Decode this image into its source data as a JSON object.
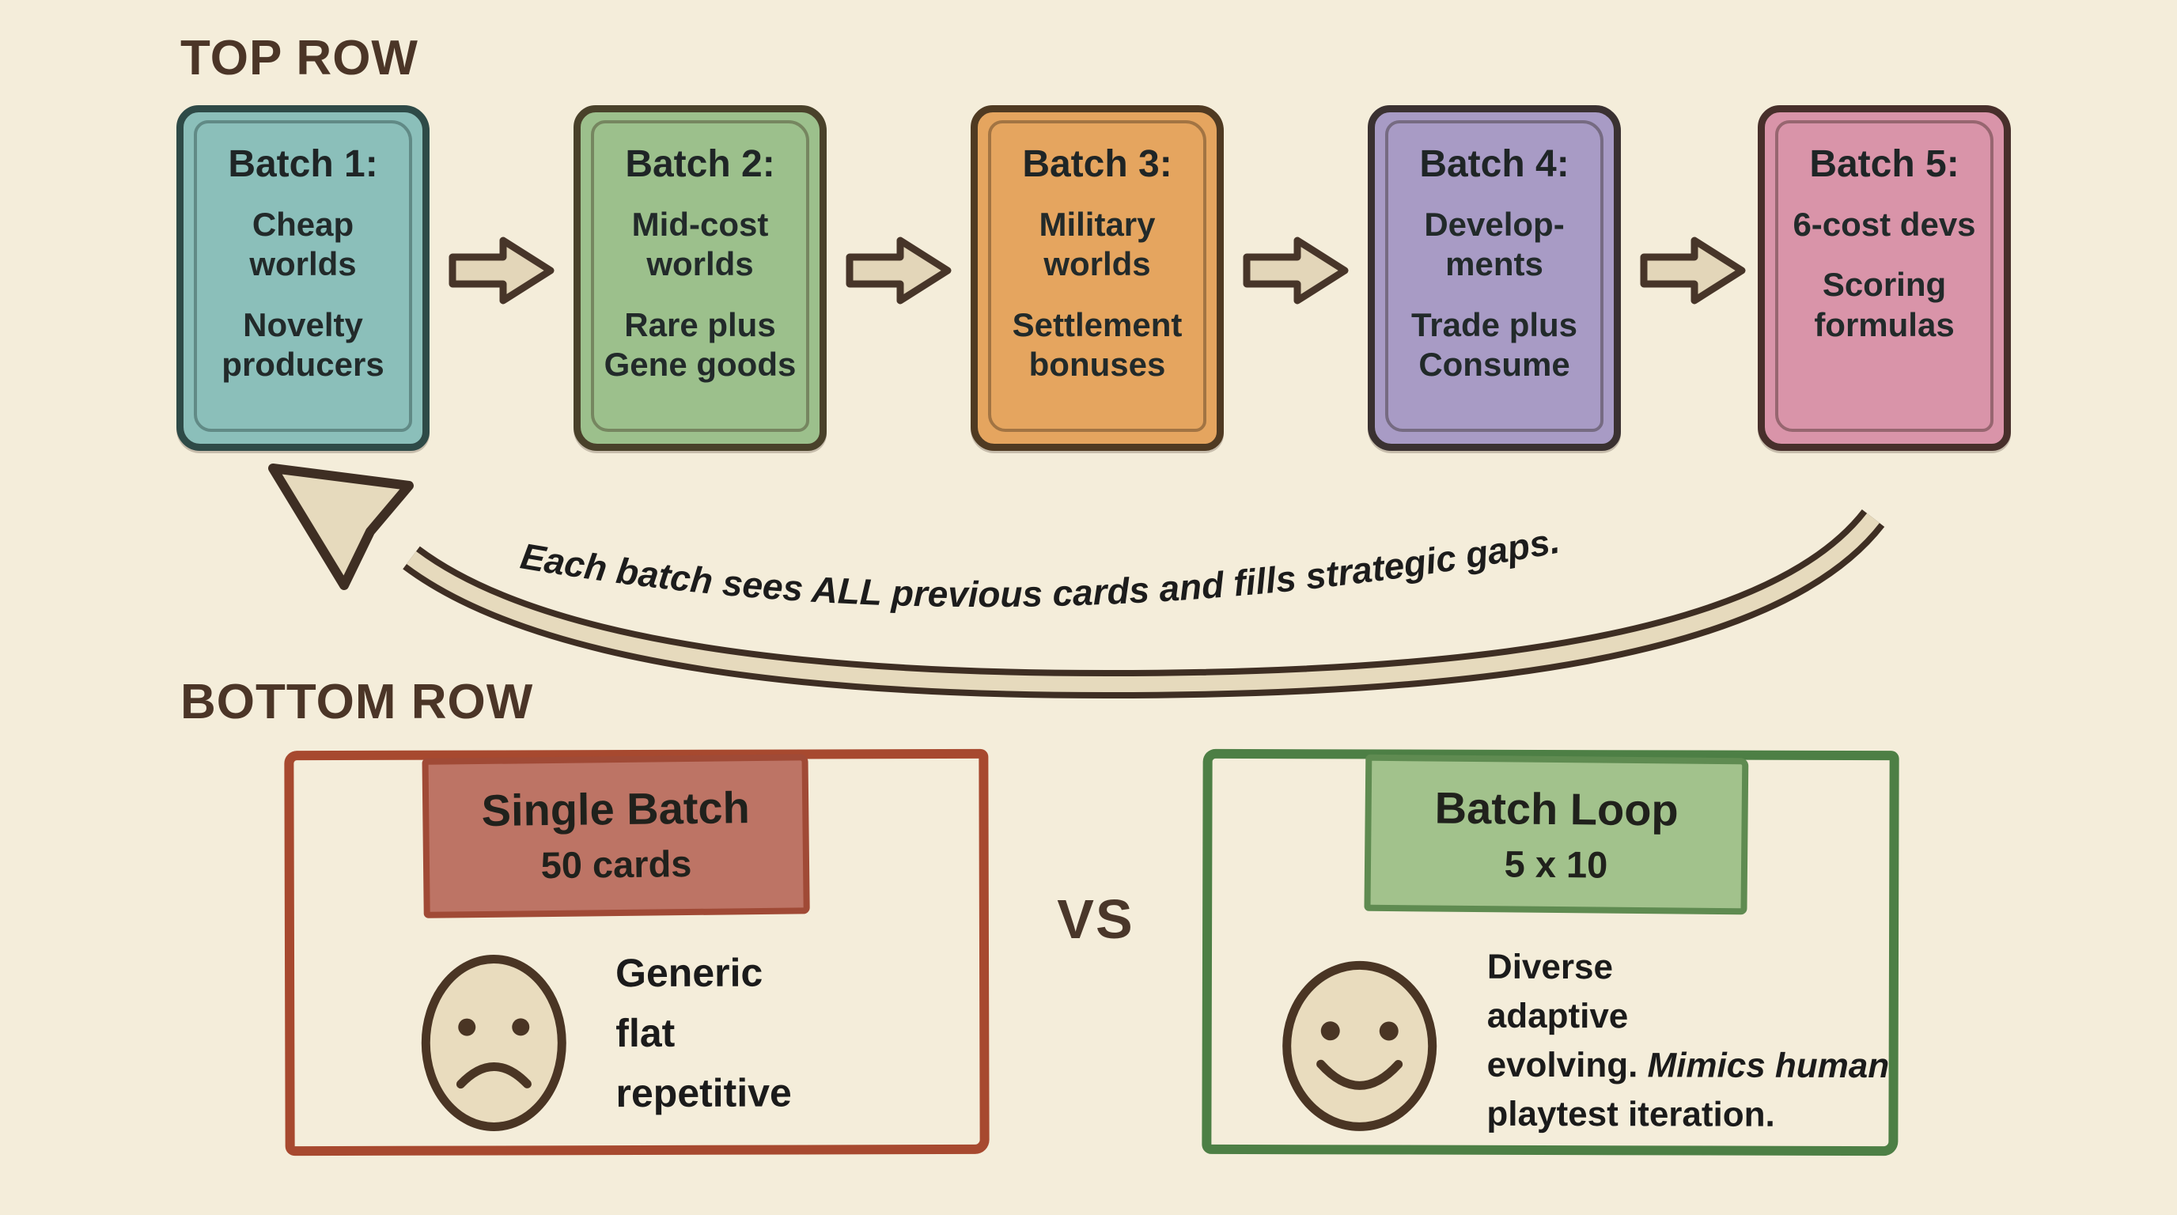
{
  "page": {
    "background": "#f4edda",
    "text_color": "#1d1d1d",
    "heading_color": "#4b3527"
  },
  "top_row": {
    "label": "TOP ROW",
    "flow_arrow_style": "--afill:#e3d6b9;--astroke:#473529",
    "cards": [
      {
        "title": "Batch 1:",
        "line1": "Cheap worlds",
        "line2": "Novelty producers",
        "fill": "#8bbfba",
        "border": "#2e4a47",
        "style_vars": "--fill:#8bbfba;--border:#2e4a47"
      },
      {
        "title": "Batch 2:",
        "line1": "Mid-cost worlds",
        "line2": "Rare plus Gene goods",
        "fill": "#9cc08c",
        "border": "#49412a",
        "style_vars": "--fill:#9cc08c;--border:#49412a"
      },
      {
        "title": "Batch 3:",
        "line1": "Military worlds",
        "line2": "Settlement bonuses",
        "fill": "#e5a55f",
        "border": "#4f3a22",
        "style_vars": "--fill:#e5a55f;--border:#4f3a22"
      },
      {
        "title": "Batch 4:",
        "line1": "Develop-ments",
        "line2": "Trade plus Consume",
        "fill": "#a89bc5",
        "border": "#3a3131",
        "style_vars": "--fill:#a89bc5;--border:#3a3131"
      },
      {
        "title": "Batch 5:",
        "line1": "6-cost devs",
        "line2": "Scoring formulas",
        "fill": "#d994a9",
        "border": "#472f2b",
        "style_vars": "--fill:#d994a9;--border:#472f2b"
      }
    ]
  },
  "loop_arrow": {
    "caption": "Each batch sees ALL previous cards and fills strategic gaps.",
    "fill": "#e6dabd",
    "stroke": "#3e2e23",
    "style_vars": "--lfill:#e6dabd;--lstroke:#3e2e23;--lcaption:#1c1c1c"
  },
  "bottom_row": {
    "label": "BOTTOM ROW",
    "vs_label": "VS",
    "faces_style": "--ffill:#e9dcbe;--fstroke:#4a3524",
    "left_box": {
      "border_color": "#a7492f",
      "header_fill": "#bd7465",
      "header_border": "#a04a36",
      "style_vars": "--bborder:#a7492f;--hborder:#a04a36;--hfill:#bd7465",
      "header_title": "Single Batch",
      "header_subtitle": "50 cards",
      "face": "sad-face",
      "line1": "Generic",
      "line2": "flat",
      "line3": "repetitive"
    },
    "right_box": {
      "border_color": "#4d7f45",
      "header_fill": "#a2c28c",
      "header_border": "#5f8b51",
      "style_vars": "--bborder:#4d7f45;--hborder:#5f8b51;--hfill:#a2c28c",
      "header_title": "Batch Loop",
      "header_subtitle": "5 x 10",
      "face": "smiley-face",
      "line1": "Diverse",
      "line2": "adaptive",
      "line3_normal": "evolving. ",
      "line3_italic": "Mimics human",
      "line4": "playtest iteration."
    }
  }
}
